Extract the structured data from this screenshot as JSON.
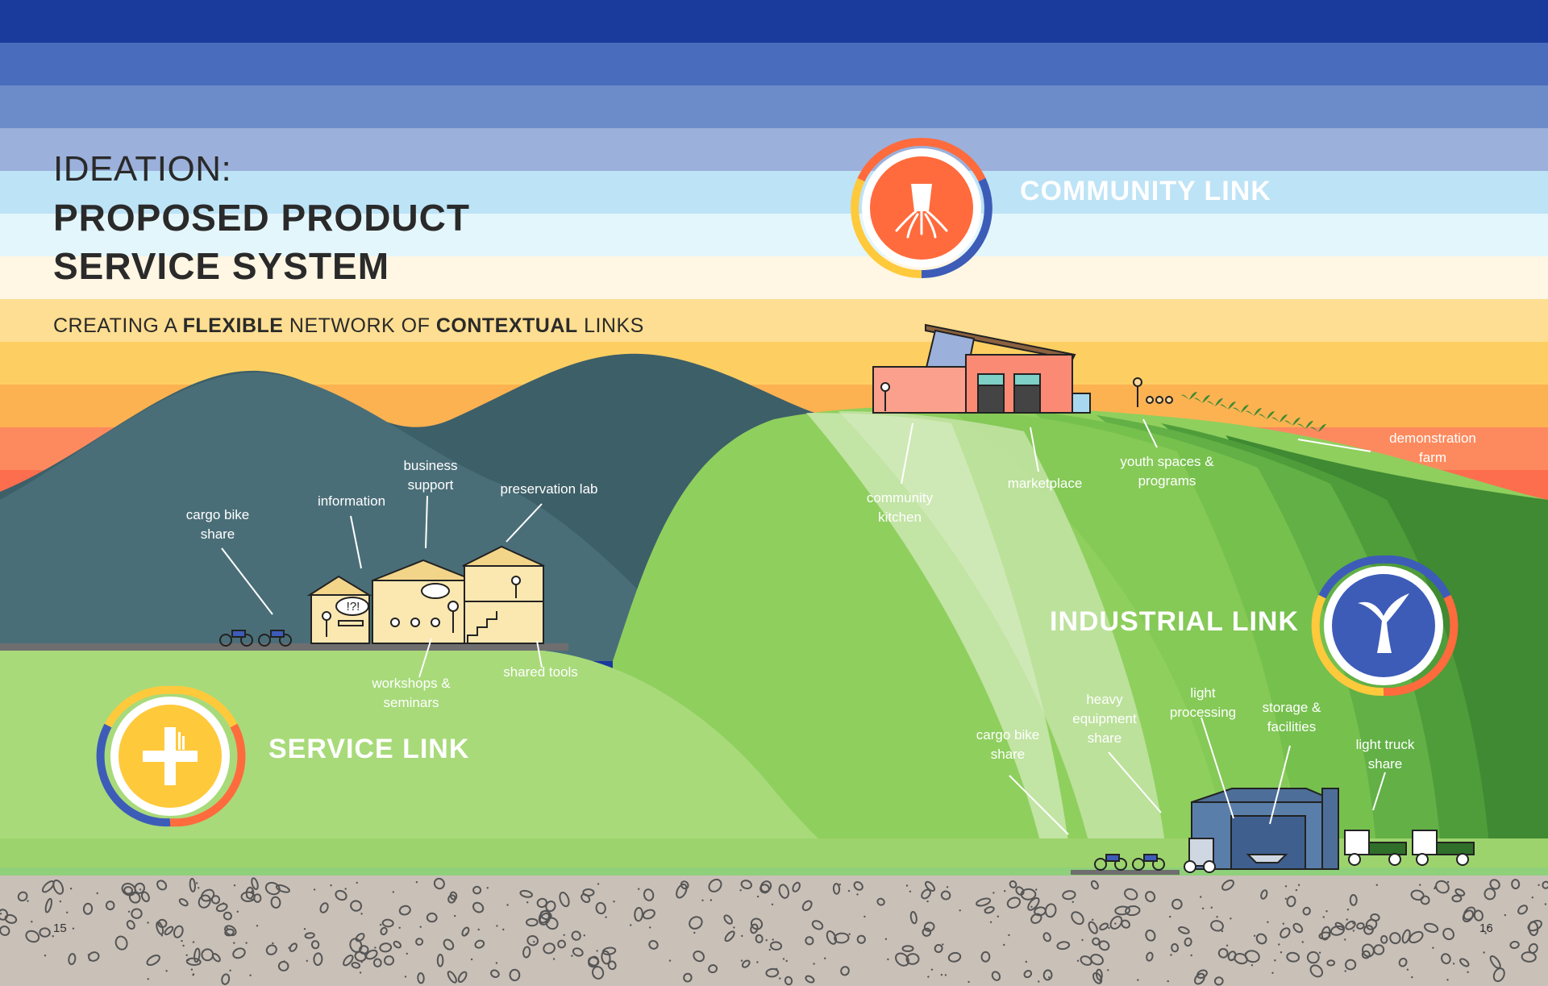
{
  "title": {
    "line1": "IDEATION:",
    "line2": "PROPOSED PRODUCT SERVICE SYSTEM"
  },
  "subtitle": {
    "part1": "CREATING A ",
    "bold1": "FLEXIBLE",
    "part2": " NETWORK OF ",
    "bold2": "CONTEXTUAL",
    "part3": " LINKS"
  },
  "links": {
    "community": "COMMUNITY LINK",
    "industrial": "INDUSTRIAL LINK",
    "service": "SERVICE LINK"
  },
  "labels": {
    "cargo_bike_share_left": "cargo bike share",
    "information": "information",
    "business_support": "business support",
    "preservation_lab": "preservation lab",
    "workshops_seminars": "workshops & seminars",
    "shared_tools": "shared tools",
    "community_kitchen": "community kitchen",
    "marketplace": "marketplace",
    "youth_spaces": "youth spaces & programs",
    "demonstration_farm": "demonstration farm",
    "cargo_bike_share_right": "cargo bike share",
    "heavy_equipment": "heavy equipment share",
    "light_processing": "light processing",
    "storage_facilities": "storage & facilities",
    "light_truck_share": "light truck share"
  },
  "speech_bubble": "!?!",
  "page_numbers": {
    "left": "15",
    "right": "16"
  },
  "icons": {
    "community": "tree-root-icon",
    "industrial": "sprout-icon",
    "service": "plus-building-icon"
  },
  "colors": {
    "orange": "#ff6b3d",
    "yellow": "#ffc93c",
    "blue": "#3d5cb8",
    "sky_top": "#1a3a9c",
    "grass": "#8fcf5e",
    "soil": "#c9c0b8",
    "mountain": "#456b74",
    "title_text": "#2a2a2a"
  }
}
